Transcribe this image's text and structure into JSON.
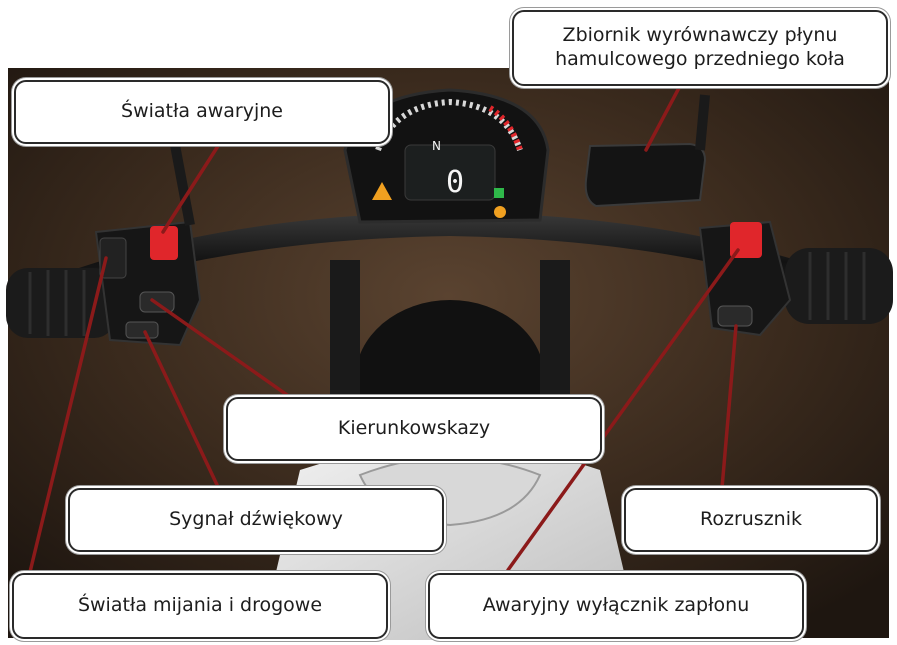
{
  "labels": {
    "hazard_lights": "Światła awaryjne",
    "front_brake_reservoir": "Zbiornik wyrównawczy płynu hamulcowego przedniego koła",
    "turn_signals": "Kierunkowskazy",
    "horn": "Sygnał dźwiękowy",
    "starter": "Rozrusznik",
    "dipped_main_beam": "Światła mijania i drogowe",
    "engine_stop_switch": "Awaryjny wyłącznik zapłonu"
  },
  "dashboard": {
    "gear_indicator": "N",
    "speed_readout": "0"
  },
  "colors": {
    "leader_line": "#8b1a1a",
    "switch_red": "#e0262b",
    "indicator_amber": "#f0a020",
    "indicator_green": "#2fb84a",
    "background_dark": "#2b2119"
  }
}
